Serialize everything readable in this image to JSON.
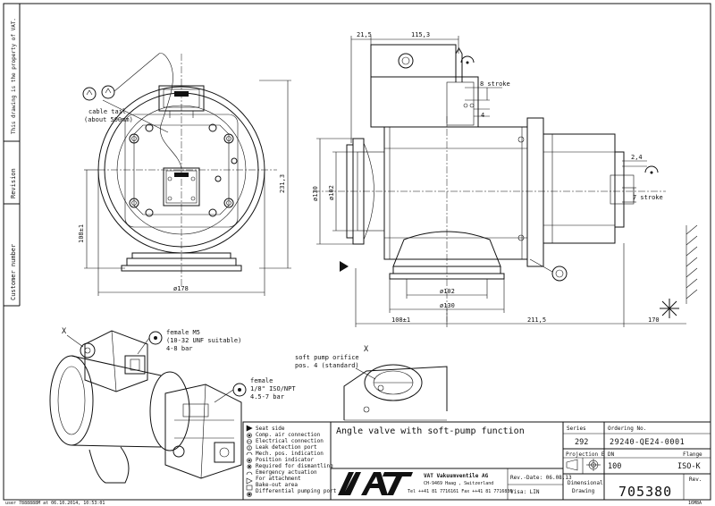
{
  "side_strip": {
    "property_note": "This drawing is the property of VAT.",
    "revision": "Revision",
    "customer_number": "Customer number"
  },
  "front_view": {
    "cable_tail": "cable tail",
    "cable_length": "(about 500mm)",
    "dim_height": "231,3",
    "dim_center": "108±1",
    "dim_diameter": "ø178"
  },
  "side_view": {
    "dim_21_5": "21,5",
    "dim_115_3": "115,3",
    "stroke_top": "8 stroke",
    "dim_4": "4",
    "dim_phi130_left": "ø130",
    "dim_phi102_left": "ø102",
    "dim_2_4": "2,4",
    "stroke_right": "7 stroke",
    "dim_phi102_bottom": "ø102",
    "dim_phi130_bottom": "ø130",
    "dim_108": "108±1",
    "dim_211_5": "211,5",
    "dim_170": "170"
  },
  "iso_view": {
    "marker_x": "X",
    "female_m5": "female M5",
    "unf": "(10-32 UNF suitable)",
    "bar_4_8": "4-8 bar",
    "female": "female",
    "npt": "1/8\" ISO/NPT",
    "bar_4_5_7": "4.5-7 bar"
  },
  "detail_x": {
    "marker_x": "X",
    "orifice": "soft pump orifice",
    "orifice_pos": "pos. 4 (standard)"
  },
  "legend": [
    "Seat side",
    "Comp. air connection",
    "Electrical connection",
    "Leak detection port",
    "Mech. pos. indication",
    "Position indicator",
    "Required for dismantling",
    "Emergency actuation",
    "For attachment",
    "Bake-out area",
    "Differential pumping port"
  ],
  "title_block": {
    "title": "Angle valve with soft-pump function",
    "series_label": "Series",
    "series_value": "292",
    "ordering_label": "Ordering No.",
    "ordering_value": "29240-QE24-0001",
    "projection_label": "Projection E",
    "dn_label": "DN",
    "dn_value": "100",
    "flange_label": "Flange",
    "flange_value": "ISO-K",
    "company": "VAT Vakuumventile AG",
    "address": "CH-9469 Haag , Switzerland",
    "phone": "Tel ++41 81 7716161 Fax ++41 81 7716830",
    "rev_date": "Rev.-Date: 06.08.13",
    "visa": "Visa: LIN",
    "dimensional": "Dimensional",
    "drawing": "Drawing",
    "drawing_number": "705380",
    "rev_label": "Rev.",
    "logo": "VAT"
  },
  "footer": {
    "user": "user 7888888M at 06.10.2014, 10:53:01",
    "code": "16M8A"
  }
}
